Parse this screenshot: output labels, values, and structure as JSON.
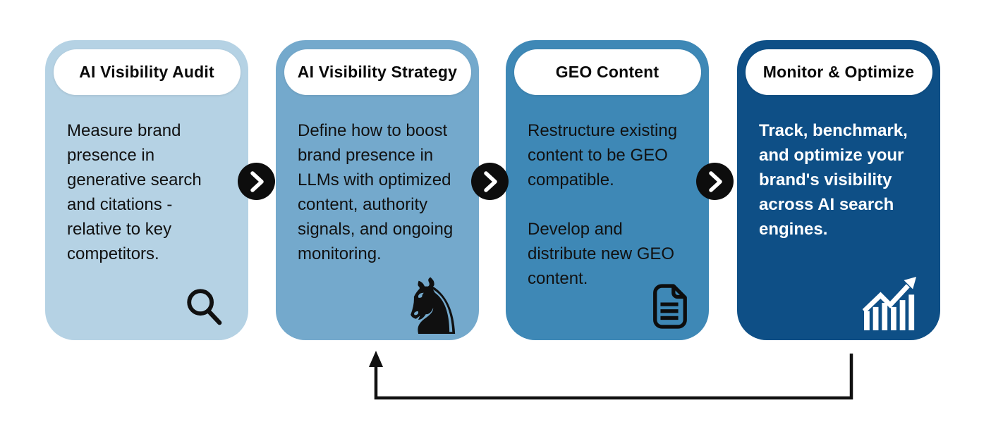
{
  "colors": {
    "background": "#ffffff",
    "pill_background": "#ffffff",
    "title_text": "#0a0a0a",
    "body_text": "#111111",
    "body_text_step4": "#ffffff",
    "connector_circle": "#0d0d0d",
    "loop_arrow": "#111111"
  },
  "steps": [
    {
      "title": "AI Visibility Audit",
      "paragraphs": [
        "Measure brand presence in generative search and citations - relative to key competitors."
      ],
      "icon": "search-icon",
      "background": "#b5d2e4",
      "text_color": "#111111"
    },
    {
      "title": "AI Visibility Strategy",
      "paragraphs": [
        "Define how to boost brand presence in LLMs with optimized content, authority signals, and ongoing monitoring."
      ],
      "icon": "knight-icon",
      "background": "#74a9cc",
      "text_color": "#111111"
    },
    {
      "title": "GEO Content",
      "paragraphs": [
        "Restructure existing content to be GEO compatible.",
        "Develop and distribute new GEO content."
      ],
      "icon": "document-icon",
      "background": "#3e88b6",
      "text_color": "#111111"
    },
    {
      "title": "Monitor & Optimize",
      "paragraphs": [
        "Track, benchmark, and optimize your brand's visibility across AI search engines."
      ],
      "icon": "chart-growth-icon",
      "background": "#0e4f86",
      "text_color": "#ffffff"
    }
  ],
  "connectors": [
    {
      "icon": "chevron-right-icon"
    },
    {
      "icon": "chevron-right-icon"
    },
    {
      "icon": "chevron-right-icon"
    }
  ],
  "loop_arrow": {
    "from_step": "Monitor & Optimize",
    "to_step": "AI Visibility Strategy"
  },
  "glyphs": {
    "knight": "♞"
  }
}
